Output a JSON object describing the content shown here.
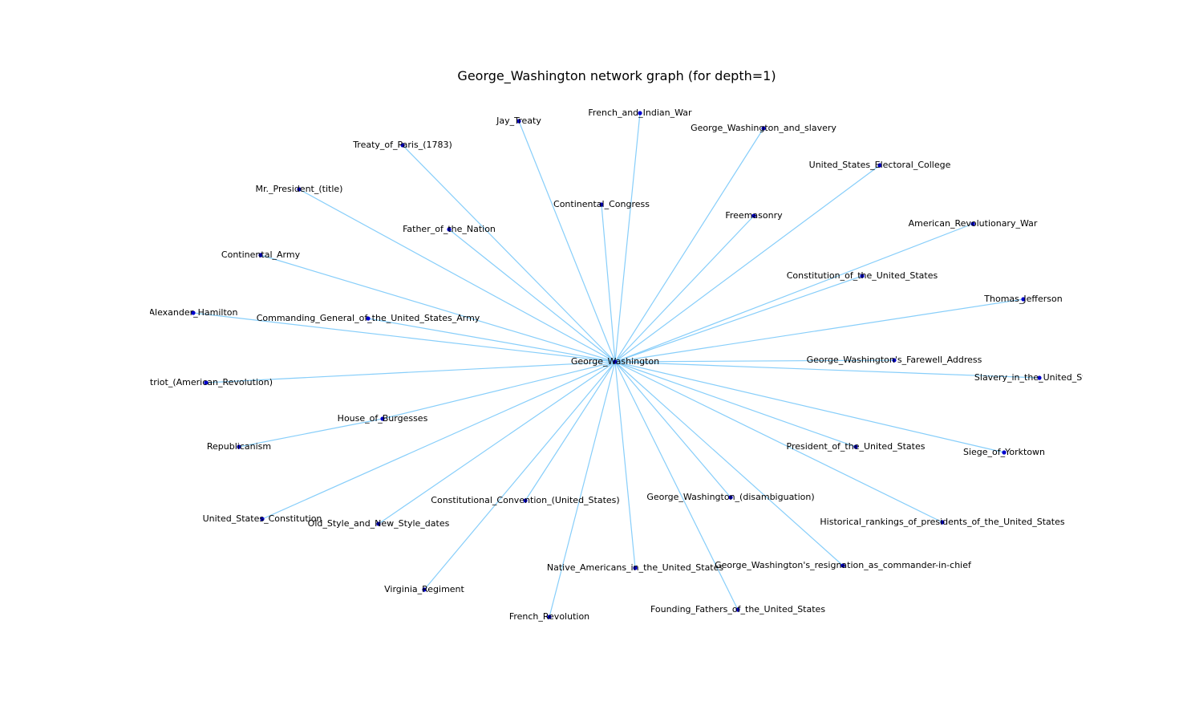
{
  "title": "George_Washington network graph (for depth=1)",
  "colors": {
    "edge": "#87cefa",
    "node": "#0000cd",
    "label": "#000000",
    "background": "#ffffff"
  },
  "graph": {
    "center": {
      "label": "George_Washington"
    },
    "nodes": [
      {
        "label": "Jay_Treaty"
      },
      {
        "label": "French_and_Indian_War"
      },
      {
        "label": "George_Washington_and_slavery"
      },
      {
        "label": "Treaty_of_Paris_(1783)"
      },
      {
        "label": "United_States_Electoral_College"
      },
      {
        "label": "Mr._President_(title)"
      },
      {
        "label": "Continental_Congress"
      },
      {
        "label": "Freemasonry"
      },
      {
        "label": "American_Revolutionary_War"
      },
      {
        "label": "Father_of_the_Nation"
      },
      {
        "label": "Continental_Army"
      },
      {
        "label": "Constitution_of_the_United_States"
      },
      {
        "label": "Thomas_Jefferson"
      },
      {
        "label": "Alexander_Hamilton"
      },
      {
        "label": "Commanding_General_of_the_United_States_Army"
      },
      {
        "label": "George_Washington's_Farewell_Address"
      },
      {
        "label": "Patriot_(American_Revolution)"
      },
      {
        "label": "Slavery_in_the_United_States"
      },
      {
        "label": "House_of_Burgesses"
      },
      {
        "label": "Republicanism"
      },
      {
        "label": "President_of_the_United_States"
      },
      {
        "label": "Siege_of_Yorktown"
      },
      {
        "label": "Constitutional_Convention_(United_States)"
      },
      {
        "label": "George_Washington_(disambiguation)"
      },
      {
        "label": "United_States_Constitution"
      },
      {
        "label": "Old_Style_and_New_Style_dates"
      },
      {
        "label": "Historical_rankings_of_presidents_of_the_United_States"
      },
      {
        "label": "George_Washington's_resignation_as_commander-in-chief"
      },
      {
        "label": "Native_Americans_in_the_United_States"
      },
      {
        "label": "Virginia_Regiment"
      },
      {
        "label": "French_Revolution"
      },
      {
        "label": "Founding_Fathers_of_the_United_States"
      }
    ],
    "edges": [
      [
        "George_Washington",
        "Jay_Treaty"
      ],
      [
        "George_Washington",
        "French_and_Indian_War"
      ],
      [
        "George_Washington",
        "George_Washington_and_slavery"
      ],
      [
        "George_Washington",
        "Treaty_of_Paris_(1783)"
      ],
      [
        "George_Washington",
        "United_States_Electoral_College"
      ],
      [
        "George_Washington",
        "Mr._President_(title)"
      ],
      [
        "George_Washington",
        "Continental_Congress"
      ],
      [
        "George_Washington",
        "Freemasonry"
      ],
      [
        "George_Washington",
        "American_Revolutionary_War"
      ],
      [
        "George_Washington",
        "Father_of_the_Nation"
      ],
      [
        "George_Washington",
        "Continental_Army"
      ],
      [
        "George_Washington",
        "Constitution_of_the_United_States"
      ],
      [
        "George_Washington",
        "Thomas_Jefferson"
      ],
      [
        "George_Washington",
        "Alexander_Hamilton"
      ],
      [
        "George_Washington",
        "Commanding_General_of_the_United_States_Army"
      ],
      [
        "George_Washington",
        "George_Washington's_Farewell_Address"
      ],
      [
        "George_Washington",
        "Patriot_(American_Revolution)"
      ],
      [
        "George_Washington",
        "Slavery_in_the_United_States"
      ],
      [
        "George_Washington",
        "House_of_Burgesses"
      ],
      [
        "House_of_Burgesses",
        "Republicanism"
      ],
      [
        "George_Washington",
        "President_of_the_United_States"
      ],
      [
        "George_Washington",
        "Siege_of_Yorktown"
      ],
      [
        "George_Washington",
        "Constitutional_Convention_(United_States)"
      ],
      [
        "George_Washington",
        "George_Washington_(disambiguation)"
      ],
      [
        "George_Washington",
        "United_States_Constitution"
      ],
      [
        "George_Washington",
        "Old_Style_and_New_Style_dates"
      ],
      [
        "George_Washington",
        "Historical_rankings_of_presidents_of_the_United_States"
      ],
      [
        "George_Washington",
        "George_Washington's_resignation_as_commander-in-chief"
      ],
      [
        "George_Washington",
        "Native_Americans_in_the_United_States"
      ],
      [
        "George_Washington",
        "Virginia_Regiment"
      ],
      [
        "George_Washington",
        "French_Revolution"
      ],
      [
        "George_Washington",
        "Founding_Fathers_of_the_United_States"
      ]
    ]
  }
}
